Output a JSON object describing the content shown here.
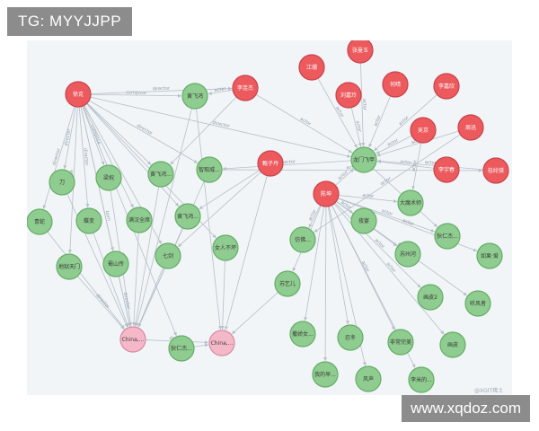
{
  "watermark_top": "TG: MYYJJPP",
  "watermark_bottom": "www.xqdoz.com",
  "corner_mark": "@XGIT稀土",
  "colors": {
    "red": "#ec5a5e",
    "red_stroke": "#c8424a",
    "green": "#8fcc8f",
    "green_stroke": "#63ad66",
    "pink": "#f5b8c9",
    "pink_stroke": "#d78aa2",
    "edge": "#b6bfc7",
    "edge_label": "#8b96a1",
    "node_text": "#3b3b3b"
  },
  "nodes": [
    {
      "id": "n1",
      "label": "徐克",
      "kind": "red"
    },
    {
      "id": "n2",
      "label": "黄飞鸿",
      "kind": "green"
    },
    {
      "id": "n3",
      "label": "李连杰",
      "kind": "red"
    },
    {
      "id": "n4",
      "label": "甄子丹",
      "kind": "red"
    },
    {
      "id": "n5",
      "label": "江珊",
      "kind": "red"
    },
    {
      "id": "n6",
      "label": "张曼玉",
      "kind": "red"
    },
    {
      "id": "n7",
      "label": "刘嘉玲",
      "kind": "red"
    },
    {
      "id": "n8",
      "label": "何晴",
      "kind": "red"
    },
    {
      "id": "n9",
      "label": "李嘉欣",
      "kind": "red"
    },
    {
      "id": "n10",
      "label": "周迅",
      "kind": "red"
    },
    {
      "id": "n11",
      "label": "李宇春",
      "kind": "red"
    },
    {
      "id": "n12",
      "label": "桂纶镁",
      "kind": "red"
    },
    {
      "id": "n13",
      "label": "陈坤",
      "kind": "red"
    },
    {
      "id": "n14",
      "label": "吴京",
      "kind": "red"
    },
    {
      "id": "n15",
      "label": "龙门飞甲",
      "kind": "green"
    },
    {
      "id": "n16",
      "label": "智取威...",
      "kind": "green"
    },
    {
      "id": "n17",
      "label": "黄飞鸿...",
      "kind": "green"
    },
    {
      "id": "n18",
      "label": "刀",
      "kind": "green"
    },
    {
      "id": "n19",
      "label": "梁祝",
      "kind": "green"
    },
    {
      "id": "n20",
      "label": "青蛇",
      "kind": "green"
    },
    {
      "id": "n21",
      "label": "蝶变",
      "kind": "green"
    },
    {
      "id": "n22",
      "label": "满汉全席",
      "kind": "green"
    },
    {
      "id": "n23",
      "label": "黄飞鸿...",
      "kind": "green"
    },
    {
      "id": "n24",
      "label": "地狱天门",
      "kind": "green"
    },
    {
      "id": "n25",
      "label": "蜀山传",
      "kind": "green"
    },
    {
      "id": "n26",
      "label": "七剑",
      "kind": "green"
    },
    {
      "id": "n27",
      "label": "女人不坏",
      "kind": "green"
    },
    {
      "id": "n28",
      "label": "狄仁杰...",
      "kind": "green"
    },
    {
      "id": "n29",
      "label": "仿佛...",
      "kind": "green"
    },
    {
      "id": "n30",
      "label": "苏乞儿",
      "kind": "green"
    },
    {
      "id": "n31",
      "label": "夜宴",
      "kind": "green"
    },
    {
      "id": "n32",
      "label": "大魔术师",
      "kind": "green"
    },
    {
      "id": "n33",
      "label": "狄仁杰...",
      "kind": "green"
    },
    {
      "id": "n34",
      "label": "苏州河",
      "kind": "green"
    },
    {
      "id": "n35",
      "label": "如果·爱",
      "kind": "green"
    },
    {
      "id": "n36",
      "label": "画皮2",
      "kind": "green"
    },
    {
      "id": "n37",
      "label": "听风者",
      "kind": "green"
    },
    {
      "id": "n38",
      "label": "画皮",
      "kind": "green"
    },
    {
      "id": "n39",
      "label": "撒娇女...",
      "kind": "green"
    },
    {
      "id": "n40",
      "label": "忍冬",
      "kind": "green"
    },
    {
      "id": "n41",
      "label": "非常完美",
      "kind": "green"
    },
    {
      "id": "n42",
      "label": "风声",
      "kind": "green"
    },
    {
      "id": "n43",
      "label": "李米的...",
      "kind": "green"
    },
    {
      "id": "n44",
      "label": "我的早...",
      "kind": "green"
    },
    {
      "id": "n45",
      "label": "China,...",
      "kind": "pink"
    },
    {
      "id": "n46",
      "label": "China,...",
      "kind": "pink"
    }
  ],
  "edges": [
    {
      "from": "n1",
      "to": "n2",
      "label": "compose"
    },
    {
      "from": "n1",
      "to": "n3",
      "label": "director"
    },
    {
      "from": "n1",
      "to": "n15",
      "label": "director"
    },
    {
      "from": "n1",
      "to": "n16",
      "label": "director"
    },
    {
      "from": "n1",
      "to": "n17",
      "label": ""
    },
    {
      "from": "n1",
      "to": "n18",
      "label": "director"
    },
    {
      "from": "n1",
      "to": "n19",
      "label": "compose"
    },
    {
      "from": "n1",
      "to": "n20",
      "label": "director"
    },
    {
      "from": "n1",
      "to": "n21",
      "label": "director"
    },
    {
      "from": "n1",
      "to": "n22",
      "label": ""
    },
    {
      "from": "n1",
      "to": "n23",
      "label": ""
    },
    {
      "from": "n1",
      "to": "n24",
      "label": "compose"
    },
    {
      "from": "n1",
      "to": "n25",
      "label": ""
    },
    {
      "from": "n1",
      "to": "n26",
      "label": ""
    },
    {
      "from": "n1",
      "to": "n27",
      "label": ""
    },
    {
      "from": "n1",
      "to": "n28",
      "label": ""
    },
    {
      "from": "n1",
      "to": "n45",
      "label": "born"
    },
    {
      "from": "n3",
      "to": "n2",
      "label": "actor"
    },
    {
      "from": "n3",
      "to": "n15",
      "label": "actor"
    },
    {
      "from": "n3",
      "to": "n17",
      "label": ""
    },
    {
      "from": "n4",
      "to": "n26",
      "label": ""
    },
    {
      "from": "n4",
      "to": "n23",
      "label": ""
    },
    {
      "from": "n4",
      "to": "n46",
      "label": ""
    },
    {
      "from": "n5",
      "to": "n15",
      "label": "actor"
    },
    {
      "from": "n6",
      "to": "n15",
      "label": "actor"
    },
    {
      "from": "n7",
      "to": "n15",
      "label": "actor"
    },
    {
      "from": "n8",
      "to": "n15",
      "label": "actor"
    },
    {
      "from": "n9",
      "to": "n15",
      "label": "actor"
    },
    {
      "from": "n10",
      "to": "n15",
      "label": "actor"
    },
    {
      "from": "n10",
      "to": "n29",
      "label": "actor"
    },
    {
      "from": "n11",
      "to": "n15",
      "label": "actor"
    },
    {
      "from": "n12",
      "to": "n15",
      "label": "actor"
    },
    {
      "from": "n13",
      "to": "n15",
      "label": "actor"
    },
    {
      "from": "n13",
      "to": "n31",
      "label": "actor"
    },
    {
      "from": "n13",
      "to": "n32",
      "label": "actor"
    },
    {
      "from": "n13",
      "to": "n33",
      "label": "actor"
    },
    {
      "from": "n13",
      "to": "n34",
      "label": "actor"
    },
    {
      "from": "n13",
      "to": "n35",
      "label": "actor"
    },
    {
      "from": "n13",
      "to": "n36",
      "label": "actor"
    },
    {
      "from": "n13",
      "to": "n37",
      "label": "actor"
    },
    {
      "from": "n13",
      "to": "n38",
      "label": "actor"
    },
    {
      "from": "n13",
      "to": "n39",
      "label": ""
    },
    {
      "from": "n13",
      "to": "n40",
      "label": ""
    },
    {
      "from": "n13",
      "to": "n41",
      "label": "actor"
    },
    {
      "from": "n13",
      "to": "n42",
      "label": ""
    },
    {
      "from": "n13",
      "to": "n43",
      "label": ""
    },
    {
      "from": "n13",
      "to": "n44",
      "label": ""
    },
    {
      "from": "n13",
      "to": "n30",
      "label": "actor"
    },
    {
      "from": "n13",
      "to": "n29",
      "label": "actor"
    },
    {
      "from": "n14",
      "to": "n15",
      "label": "actor"
    },
    {
      "from": "n14",
      "to": "n32",
      "label": "actor"
    },
    {
      "from": "n15",
      "to": "n16",
      "label": "director"
    },
    {
      "from": "n15",
      "to": "n33",
      "label": "actor"
    },
    {
      "from": "n16",
      "to": "n45",
      "label": ""
    },
    {
      "from": "n16",
      "to": "n12",
      "label": "actor"
    },
    {
      "from": "n17",
      "to": "n45",
      "label": ""
    },
    {
      "from": "n18",
      "to": "n45",
      "label": ""
    },
    {
      "from": "n19",
      "to": "n45",
      "label": ""
    },
    {
      "from": "n20",
      "to": "n45",
      "label": ""
    },
    {
      "from": "n21",
      "to": "n45",
      "label": ""
    },
    {
      "from": "n22",
      "to": "n45",
      "label": ""
    },
    {
      "from": "n23",
      "to": "n45",
      "label": ""
    },
    {
      "from": "n24",
      "to": "n45",
      "label": "director"
    },
    {
      "from": "n25",
      "to": "n45",
      "label": "director"
    },
    {
      "from": "n26",
      "to": "n45",
      "label": ""
    },
    {
      "from": "n27",
      "to": "n46",
      "label": ""
    },
    {
      "from": "n28",
      "to": "n46",
      "label": ""
    },
    {
      "from": "n45",
      "to": "n46",
      "label": "district"
    },
    {
      "from": "n30",
      "to": "n46",
      "label": ""
    },
    {
      "from": "n2",
      "to": "n46",
      "label": ""
    },
    {
      "from": "n2",
      "to": "n45",
      "label": ""
    }
  ]
}
